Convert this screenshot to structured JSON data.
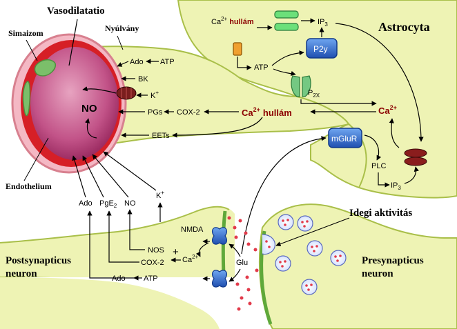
{
  "labels": {
    "vasodilatatio": "Vasodilatatio",
    "simaizom": "Simaizom",
    "nyulvany": "Nyúlvány",
    "astrocyta": "Astrocyta",
    "endothelium": "Endothelium",
    "idegi_aktivitas": "Idegi aktivitás",
    "postsynapticus_1": "Postsynapticus",
    "postsynapticus_2": "neuron",
    "presynapticus_1": "Presynapticus",
    "presynapticus_2": "neuron"
  },
  "molecules": {
    "ca_wave_top_prefix": "Ca",
    "ca_wave_top_sup": "2+",
    "ca_wave_top_word": "hullám",
    "ip3_top": "IP",
    "ip3_top_sub": "3",
    "p2y": "P2y",
    "atp_astro": "ATP",
    "p2x": "P",
    "p2x_sub": "2X",
    "ado_top": "Ado",
    "atp_top": "ATP",
    "bk": "BK",
    "k_top": "K",
    "k_top_sup": "+",
    "no": "NO",
    "pgs": "PGs",
    "cox2_top": "COX-2",
    "ca_wave_mid_prefix": "Ca",
    "ca_wave_mid_sup": "2+",
    "ca_wave_mid_word": "hullám",
    "ca_right": "Ca",
    "ca_right_sup": "2+",
    "eets": "EETs",
    "mglur": "mGluR",
    "plc": "PLC",
    "ip3_bottom": "IP",
    "ip3_bottom_sub": "3",
    "ado_bottom": "Ado",
    "pge2": "PgE",
    "pge2_sub": "2",
    "no_bottom": "NO",
    "k_bottom": "K",
    "k_bottom_sup": "+",
    "nmda": "NMDA",
    "nos": "NOS",
    "plus": "+",
    "cox2_bottom": "COX-2",
    "ca_post": "Ca",
    "ca_post_sup": "2+",
    "ado_post": "Ado",
    "atp_post": "ATP",
    "glu": "Glu"
  },
  "colors": {
    "cell_fill": "#eef3b4",
    "cell_stroke": "#a9bf49",
    "vessel_red": "#d61f26",
    "vessel_lumen": "#c0457a",
    "muscle_green": "#7bbf6a",
    "receptor_blue": "#2f6fd3",
    "channel_dark": "#7a1e1e",
    "channel_green": "#6cc47a",
    "wave_red": "#8b0000"
  }
}
